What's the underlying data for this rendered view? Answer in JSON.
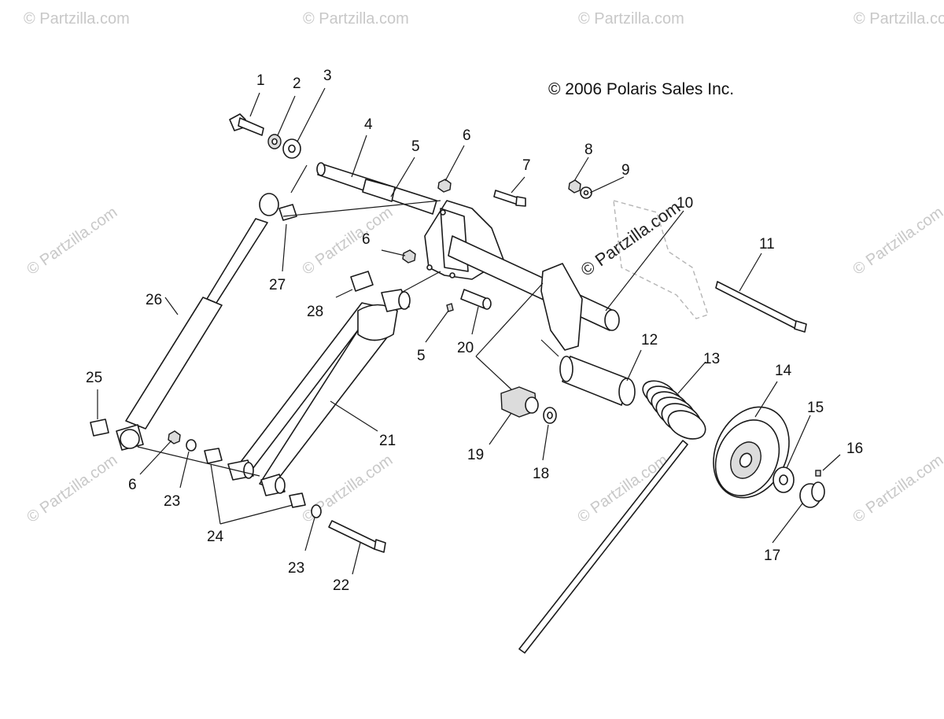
{
  "copyright": "© 2006 Polaris Sales Inc.",
  "watermark": "© Partzilla.com",
  "callouts": [
    "1",
    "2",
    "3",
    "4",
    "5",
    "6",
    "7",
    "8",
    "9",
    "10",
    "11",
    "12",
    "13",
    "14",
    "15",
    "16",
    "17",
    "18",
    "19",
    "20",
    "21",
    "22",
    "23",
    "24",
    "25",
    "26",
    "27",
    "28"
  ],
  "extra_callouts": [
    "6",
    "23",
    "5",
    "6"
  ],
  "colors": {
    "line": "#1a1a1a",
    "watermark": "#c8c8c8",
    "background": "#ffffff"
  }
}
